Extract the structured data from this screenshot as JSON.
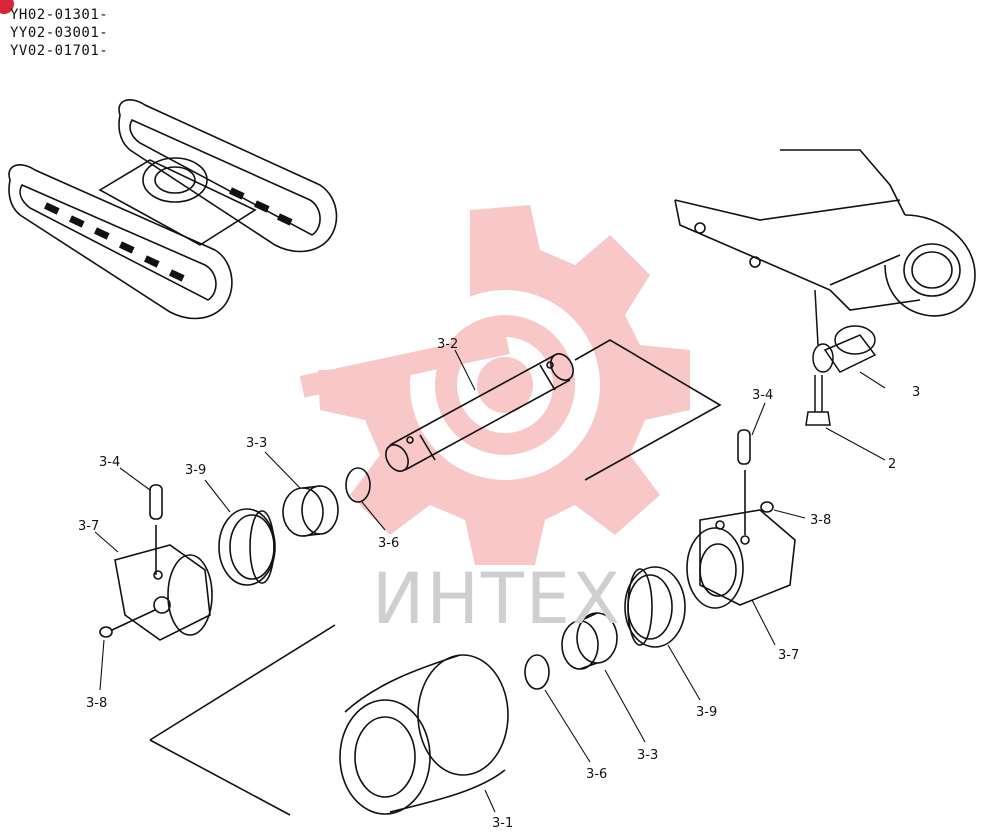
{
  "serials": [
    "YH02-01301-",
    "YY02-03001-",
    "YV02-01701-"
  ],
  "watermark": {
    "text": "ИНТЕХ",
    "color": "#f39a9a"
  },
  "callouts": {
    "c3_2": "3-2",
    "c3": "3",
    "c2": "2",
    "c3_4_right": "3-4",
    "c3_8_right": "3-8",
    "c3_7_right": "3-7",
    "c3_9_right": "3-9",
    "c3_3_right": "3-3",
    "c3_6_right": "3-6",
    "c3_1": "3-1",
    "c3_4_left": "3-4",
    "c3_9_left": "3-9",
    "c3_3_left": "3-3",
    "c3_6_left": "3-6",
    "c3_7_left": "3-7",
    "c3_8_left": "3-8"
  }
}
